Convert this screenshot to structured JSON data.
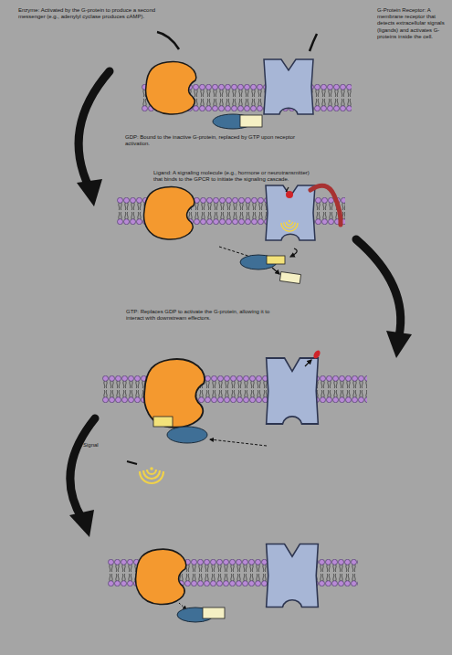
{
  "diagram": {
    "labels": [
      "Enzyme: Activated by the G-protein to produce a second messenger (e.g., adenylyl cyclase produces cAMP).",
      "G-Protein Receptor: A membrane receptor that detects extracellular signals (ligands) and activates G-proteins inside the cell.",
      "GDP: Bound to the inactive G-protein, replaced by GTP upon receptor activation.",
      "Ligand: A signaling molecule (e.g., hormone or neurotransmitter) that binds to the GPCR to initiate the signaling cascade.",
      "GTP: Replaces GDP to activate the G-protein, allowing it to interact with downstream effectors.",
      "Signal"
    ]
  }
}
